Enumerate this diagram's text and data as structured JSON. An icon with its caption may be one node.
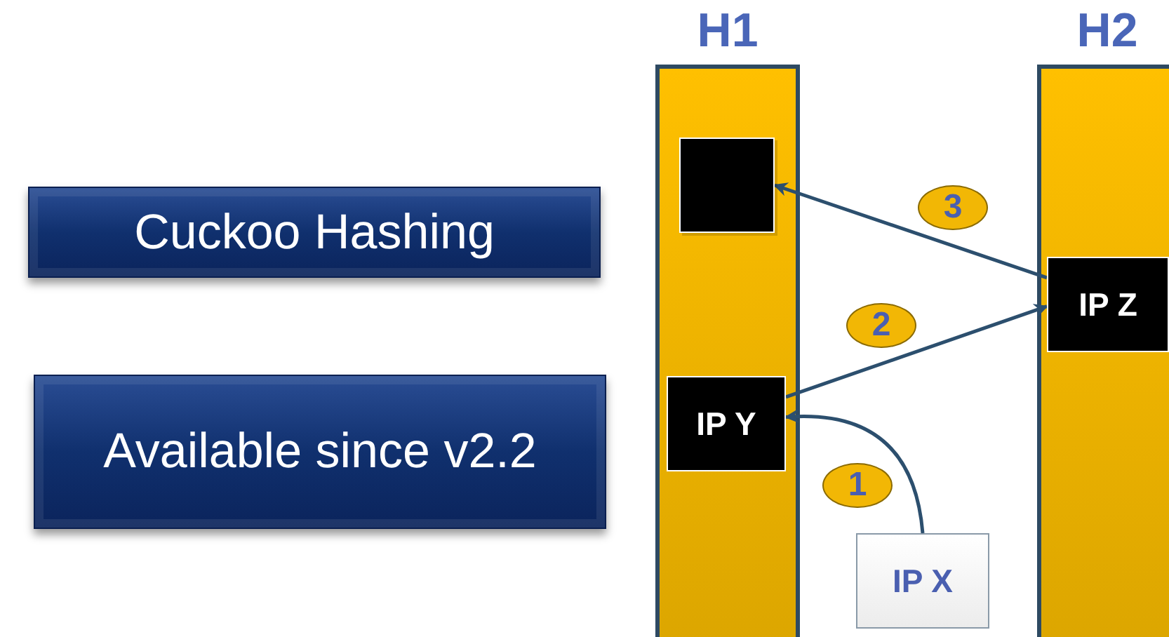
{
  "diagram": {
    "nodes": [
      {
        "text": [
          "Cuckoo Hashing"
        ]
      },
      {
        "text": [
          "Available since v2.2"
        ]
      },
      {
        "text": [
          "H1"
        ]
      },
      {
        "text": [
          "H2"
        ]
      },
      {
        "text": [],
        "shape": "box",
        "in": 2
      },
      {
        "text": [
          "IP Y"
        ],
        "in": 2
      },
      {
        "text": [
          "IP Z"
        ],
        "in": 3
      },
      {
        "text": [
          "IP X"
        ]
      }
    ],
    "edges": [
      {
        "from": 7,
        "to": 5,
        "arrow": "to",
        "label": "1"
      },
      {
        "from": 5,
        "to": 6,
        "arrow": "to",
        "label": "2"
      },
      {
        "from": 6,
        "to": 4,
        "arrow": "to",
        "label": "3"
      }
    ]
  }
}
